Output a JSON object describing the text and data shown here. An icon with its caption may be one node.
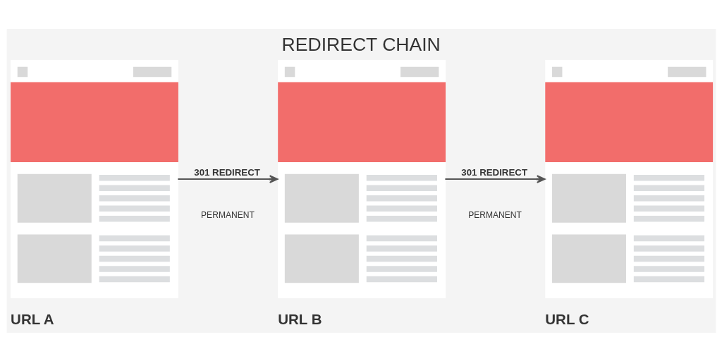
{
  "diagram": {
    "title": "REDIRECT CHAIN",
    "nodes": [
      {
        "text": [
          "URL A"
        ]
      },
      {
        "text": [
          "URL B"
        ]
      },
      {
        "text": [
          "URL C"
        ]
      }
    ],
    "edges": [
      {
        "from": 0,
        "to": 1,
        "arrow": "to",
        "label": "301 REDIRECT"
      },
      {
        "from": 1,
        "to": 2,
        "arrow": "to",
        "label": "301 REDIRECT"
      }
    ],
    "labels": [
      "PERMANENT",
      "PERMANENT"
    ]
  }
}
